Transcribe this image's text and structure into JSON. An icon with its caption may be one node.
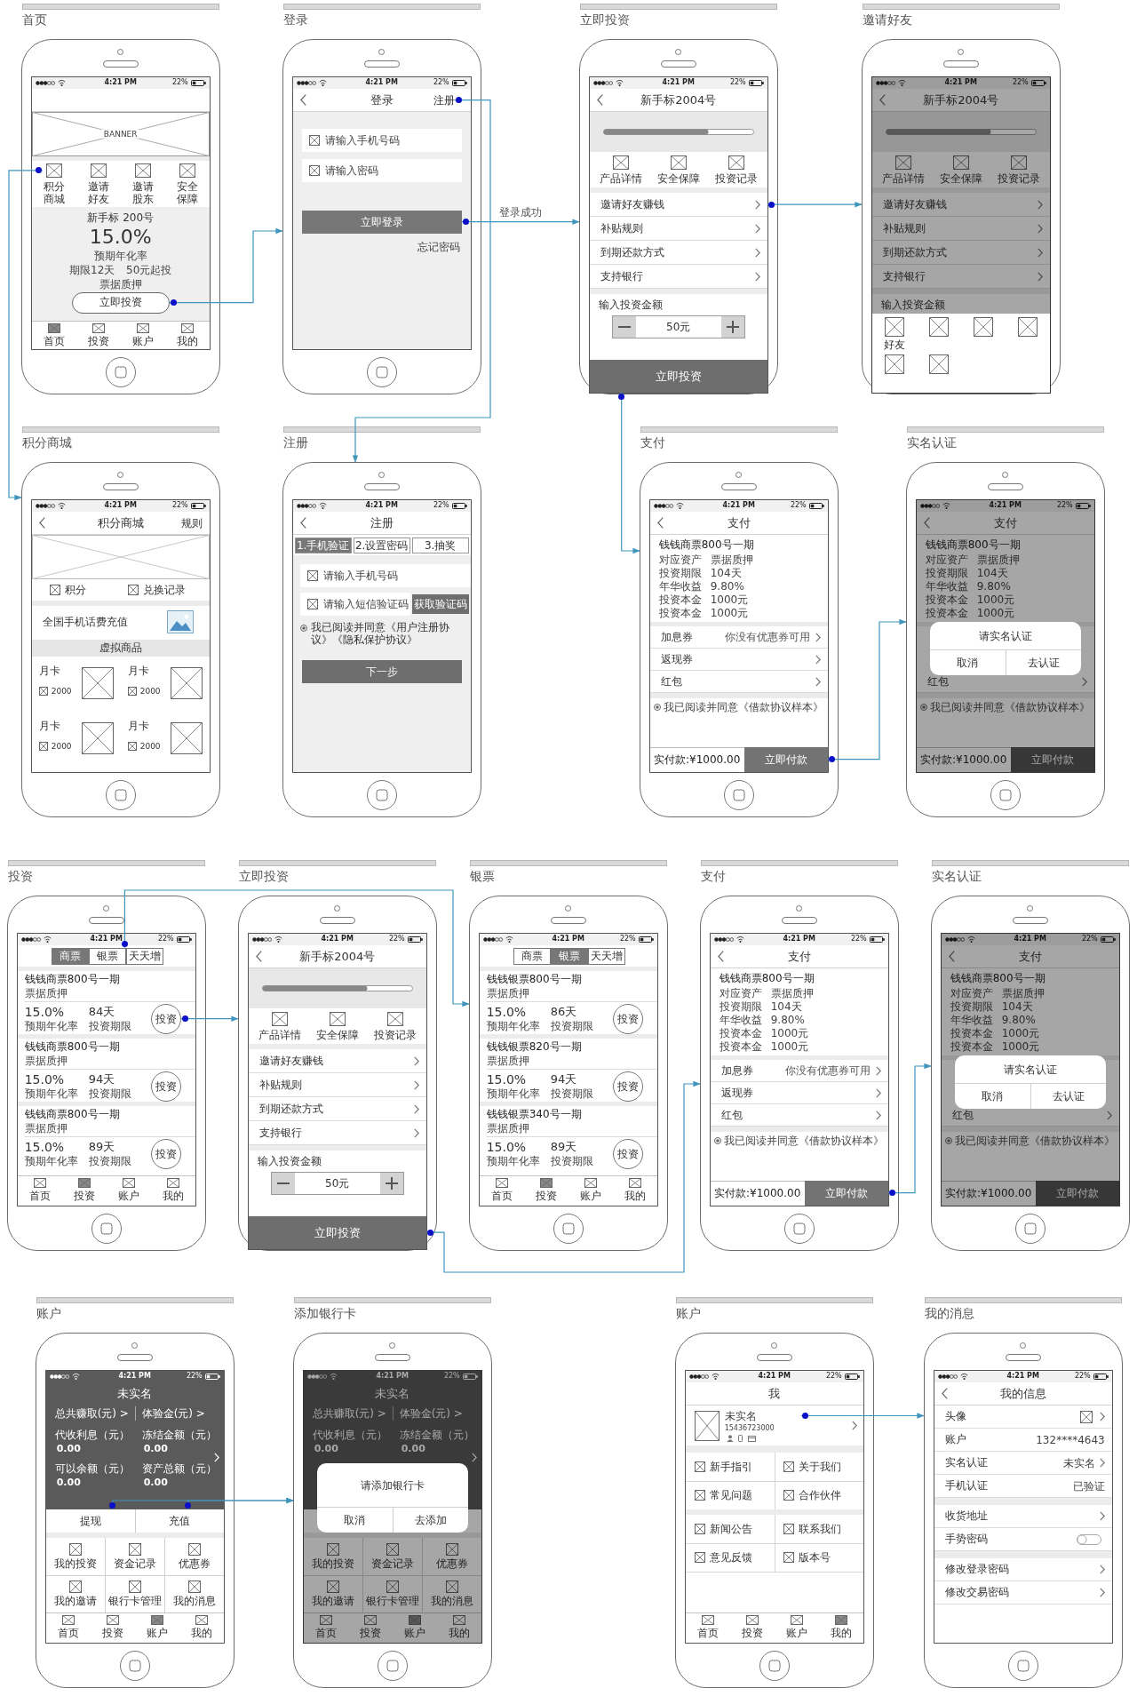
{
  "diagram": {
    "nodes": [
      {
        "text": [
          "首页",
          "4:21 PM",
          "22%",
          "BANNER",
          "邀请好友",
          "邀请股东",
          "安全保障",
          "新手标 200号",
          "15.0%",
          "预期年化率",
          "期限12天",
          "50元起投",
          "票据质押",
          "首页",
          "投资",
          "账户",
          "我的"
        ]
      },
      {
        "text": [
          "积分商城"
        ],
        "in": 0
      },
      {
        "text": [
          "立即投资"
        ],
        "in": 0
      },
      {
        "text": [
          "登录",
          "4:21 PM",
          "22%",
          "登录",
          "请输入手机号码",
          "请输入密码",
          "忘记密码"
        ]
      },
      {
        "text": [
          "注册"
        ],
        "in": 3
      },
      {
        "text": [
          "立即登录"
        ],
        "in": 3
      },
      {
        "text": [
          "立即投资",
          "4:21 PM",
          "22%",
          "新手标2004号",
          "产品详情",
          "安全保障",
          "投资记录",
          "补贴规则",
          "到期还款方式",
          "支持银行",
          "输入投资金额",
          "50元"
        ]
      },
      {
        "text": [
          "邀请好友赚钱"
        ],
        "in": 6
      },
      {
        "text": [
          "立即投资"
        ],
        "in": 6
      },
      {
        "text": [
          "邀请好友",
          "4:21 PM",
          "22%",
          "新手标2004号",
          "产品详情",
          "安全保障",
          "投资记录",
          "邀请好友赚钱",
          "补贴规则",
          "到期还款方式",
          "支持银行",
          "输入投资金额",
          "好友"
        ]
      },
      {
        "text": [
          "积分商城",
          "4:21 PM",
          "22%",
          "积分商城",
          "规则",
          "积分",
          "兑换记录",
          "全国手机话费充值",
          "虚拟商品",
          "月卡",
          "2000",
          "月卡",
          "2000",
          "月卡",
          "2000",
          "月卡",
          "2000"
        ]
      },
      {
        "text": [
          "注册",
          "4:21 PM",
          "22%",
          "注册",
          "1.手机验证",
          "2.设置密码",
          "3.抽奖",
          "请输入手机号码",
          "请输入短信验证码",
          "获取验证码",
          "我已阅读并同意《用户注册协议》《隐私保护协议》",
          "下一步"
        ]
      },
      {
        "text": [
          "支付",
          "4:21 PM",
          "22%",
          "支付",
          "钱钱商票800号一期",
          "对应资产",
          "票据质押",
          "投资期限",
          "104天",
          "年华收益",
          "9.80%",
          "投资本金",
          "1000元",
          "投资本金",
          "1000元",
          "加息券",
          "你没有优惠券可用",
          "返现券",
          "红包",
          "我已阅读并同意《借款协议样本》",
          "实付款:¥1000.00"
        ]
      },
      {
        "text": [
          "立即付款"
        ],
        "in": 12
      },
      {
        "text": [
          "实名认证",
          "4:21 PM",
          "22%",
          "支付",
          "钱钱商票800号一期",
          "对应资产",
          "票据质押",
          "投资期限",
          "104天",
          "年华收益",
          "9.80%",
          "投资本金",
          "1000元",
          "投资本金",
          "1000元",
          "红包",
          "我已阅读并同意《借款协议样本》",
          "实付款:¥1000.00",
          "立即付款",
          "请实名认证",
          "取消",
          "去认证"
        ]
      },
      {
        "text": [
          "投资",
          "4:21 PM",
          "22%",
          "商票",
          "天天增",
          "钱钱商票800号一期",
          "票据质押",
          "15.0%",
          "预期年化率",
          "84天",
          "投资期限",
          "钱钱商票800号一期",
          "票据质押",
          "15.0%",
          "预期年化率",
          "94天",
          "投资期限",
          "钱钱商票800号一期",
          "票据质押",
          "15.0%",
          "预期年化率",
          "89天",
          "投资期限",
          "首页",
          "投资",
          "账户",
          "我的"
        ]
      },
      {
        "text": [
          "银票"
        ],
        "in": 15
      },
      {
        "text": [
          "投资"
        ],
        "in": 15
      },
      {
        "text": [
          "投资"
        ],
        "in": 15
      },
      {
        "text": [
          "投资"
        ],
        "in": 15
      },
      {
        "text": [
          "立即投资",
          "4:21 PM",
          "22%",
          "新手标2004号",
          "产品详情",
          "安全保障",
          "投资记录",
          "邀请好友赚钱",
          "补贴规则",
          "到期还款方式",
          "支持银行",
          "输入投资金额",
          "50元"
        ]
      },
      {
        "text": [
          "立即投资"
        ],
        "in": 20
      },
      {
        "text": [
          "银票",
          "4:21 PM",
          "22%",
          "商票",
          "银票",
          "天天增",
          "钱钱银票800号一期",
          "票据质押",
          "15.0%",
          "预期年化率",
          "86天",
          "投资期限",
          "钱钱银票820号一期",
          "票据质押",
          "15.0%",
          "预期年化率",
          "94天",
          "投资期限",
          "钱钱银票340号一期",
          "票据质押",
          "15.0%",
          "预期年化率",
          "89天",
          "投资期限",
          "首页",
          "投资",
          "账户",
          "我的"
        ]
      },
      {
        "text": [
          "投资"
        ],
        "in": 22
      },
      {
        "text": [
          "投资"
        ],
        "in": 22
      },
      {
        "text": [
          "投资"
        ],
        "in": 22
      },
      {
        "text": [
          "支付",
          "4:21 PM",
          "22%",
          "支付",
          "钱钱商票800号一期",
          "对应资产",
          "票据质押",
          "投资期限",
          "104天",
          "年华收益",
          "9.80%",
          "投资本金",
          "1000元",
          "投资本金",
          "1000元",
          "加息券",
          "你没有优惠券可用",
          "返现券",
          "红包",
          "我已阅读并同意《借款协议样本》",
          "实付款:¥1000.00"
        ]
      },
      {
        "text": [
          "立即付款"
        ],
        "in": 26
      },
      {
        "text": [
          "实名认证",
          "4:21 PM",
          "22%",
          "支付",
          "钱钱商票800号一期",
          "对应资产",
          "票据质押",
          "投资期限",
          "104天",
          "年华收益",
          "9.80%",
          "投资本金",
          "1000元",
          "投资本金",
          "1000元",
          "红包",
          "我已阅读并同意《借款协议样本》",
          "实付款:¥1000.00",
          "立即付款",
          "请实名认证",
          "取消",
          "去认证"
        ]
      },
      {
        "text": [
          "账户",
          "4:21 PM",
          "22%",
          "未实名",
          "总共赚取(元) >",
          "体验金(元) >",
          "代收利息（元）",
          "0.00",
          "冻结金额（元）",
          "0.00",
          "可以余额（元）",
          "0.00",
          "资产总额（元）",
          "0.00",
          "我的投资",
          "资金记录",
          "优惠券",
          "我的邀请",
          "银行卡管理",
          "我的消息",
          "首页",
          "投资",
          "账户",
          "我的"
        ]
      },
      {
        "text": [
          "提现"
        ],
        "in": 29
      },
      {
        "text": [
          "充值"
        ],
        "in": 29
      },
      {
        "text": [
          "添加银行卡",
          "4:21 PM",
          "22%",
          "未实名",
          "总共赚取(元) >",
          "体验金(元) >",
          "代收利息（元）",
          "0.00",
          "冻结金额（元）",
          "0.00",
          "我的投资",
          "资金记录",
          "优惠券",
          "我的邀请",
          "银行卡管理",
          "我的消息",
          "首页",
          "投资",
          "账户",
          "我的",
          "请添加银行卡",
          "取消",
          "去添加"
        ]
      },
      {
        "text": [
          "账户",
          "4:21 PM",
          "22%",
          "我",
          "新手指引",
          "关于我们",
          "常见问题",
          "合作伙伴",
          "新闻公告",
          "联系我们",
          "意见反馈",
          "版本号",
          "首页",
          "投资",
          "账户",
          "我的"
        ]
      },
      {
        "text": [
          "未实名",
          "15436723000"
        ],
        "in": 33
      },
      {
        "text": [
          "我的消息",
          "4:21 PM",
          "22%",
          "我的信息",
          "头像",
          "账户",
          "132****4643",
          "实名认证",
          "未实名",
          "手机认证",
          "已验证",
          "收货地址",
          "手势密码",
          "修改登录密码",
          "修改交易密码"
        ]
      }
    ],
    "edges": [
      {
        "from": 1,
        "to": 10,
        "arrow": "to"
      },
      {
        "from": 2,
        "to": 3,
        "arrow": "to"
      },
      {
        "from": 4,
        "to": 11,
        "arrow": "to"
      },
      {
        "from": 5,
        "to": 6,
        "arrow": "to",
        "label": "登录成功"
      },
      {
        "from": 7,
        "to": 9,
        "arrow": "to"
      },
      {
        "from": 8,
        "to": 12,
        "arrow": "to"
      },
      {
        "from": 13,
        "to": 14,
        "arrow": "to"
      },
      {
        "from": 16,
        "to": 22,
        "arrow": "to"
      },
      {
        "from": 17,
        "to": 20,
        "arrow": "to"
      },
      {
        "from": 21,
        "to": 26,
        "arrow": "to"
      },
      {
        "from": 27,
        "to": 28,
        "arrow": "to"
      },
      {
        "from": 30,
        "to": 32,
        "arrow": "to"
      },
      {
        "from": 31,
        "to": 32,
        "arrow": "to"
      },
      {
        "from": 34,
        "to": 35,
        "arrow": "to"
      }
    ]
  }
}
